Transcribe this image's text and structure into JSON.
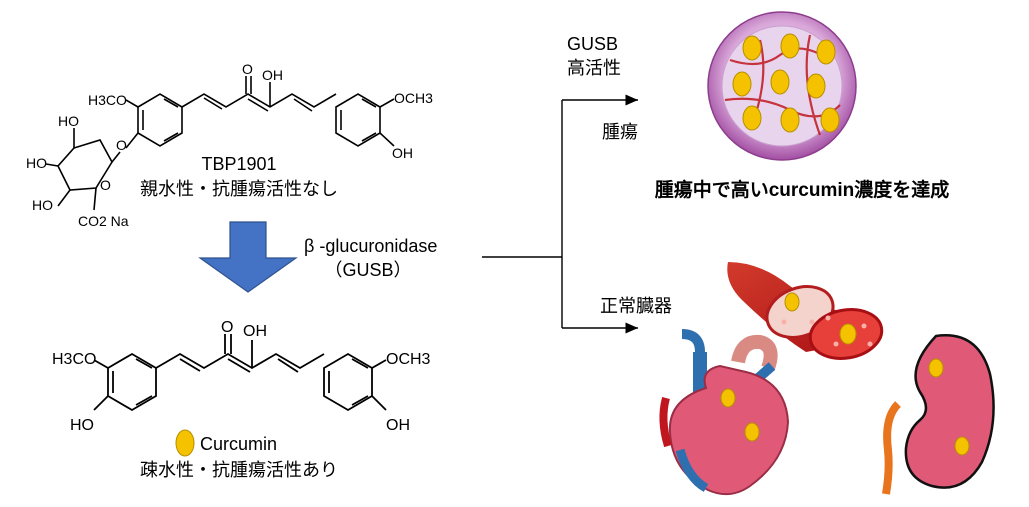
{
  "prodrug": {
    "name": "TBP1901",
    "description": "親水性・抗腫瘍活性なし",
    "atoms": {
      "methoxy_left": "H3CO",
      "ketone_o": "O",
      "enol_oh": "OH",
      "methoxy_right": "OCH3",
      "phenol_oh": "OH",
      "sugar_oh_1": "HO",
      "sugar_oh_2": "HO",
      "sugar_oh_3": "HO",
      "glycoside_o": "O",
      "ring_o": "O",
      "carboxylate": "CO2 Na"
    }
  },
  "enzyme": {
    "line1": "β -glucuronidase",
    "line2": "（GUSB）"
  },
  "curcumin": {
    "name": "Curcumin",
    "description": "疎水性・抗腫瘍活性あり",
    "atoms": {
      "methoxy_left": "H3CO",
      "ketone_o": "O",
      "enol_oh": "OH",
      "methoxy_right": "OCH3",
      "phenol_oh_left": "HO",
      "phenol_oh_right": "OH"
    }
  },
  "branches": {
    "gusb_label_1": "GUSB",
    "gusb_label_2": "高活性",
    "tumor_label": "腫瘍",
    "normal_label": "正常臓器",
    "tumor_result": "腫瘍中で高いcurcumin濃度を達成"
  },
  "colors": {
    "arrow_blue": "#4472c4",
    "curcumin_yellow": "#f5c200",
    "tumor_purple": "#b86ab8",
    "vessel_red": "#c0171f",
    "organ_pink": "#e05a78"
  }
}
